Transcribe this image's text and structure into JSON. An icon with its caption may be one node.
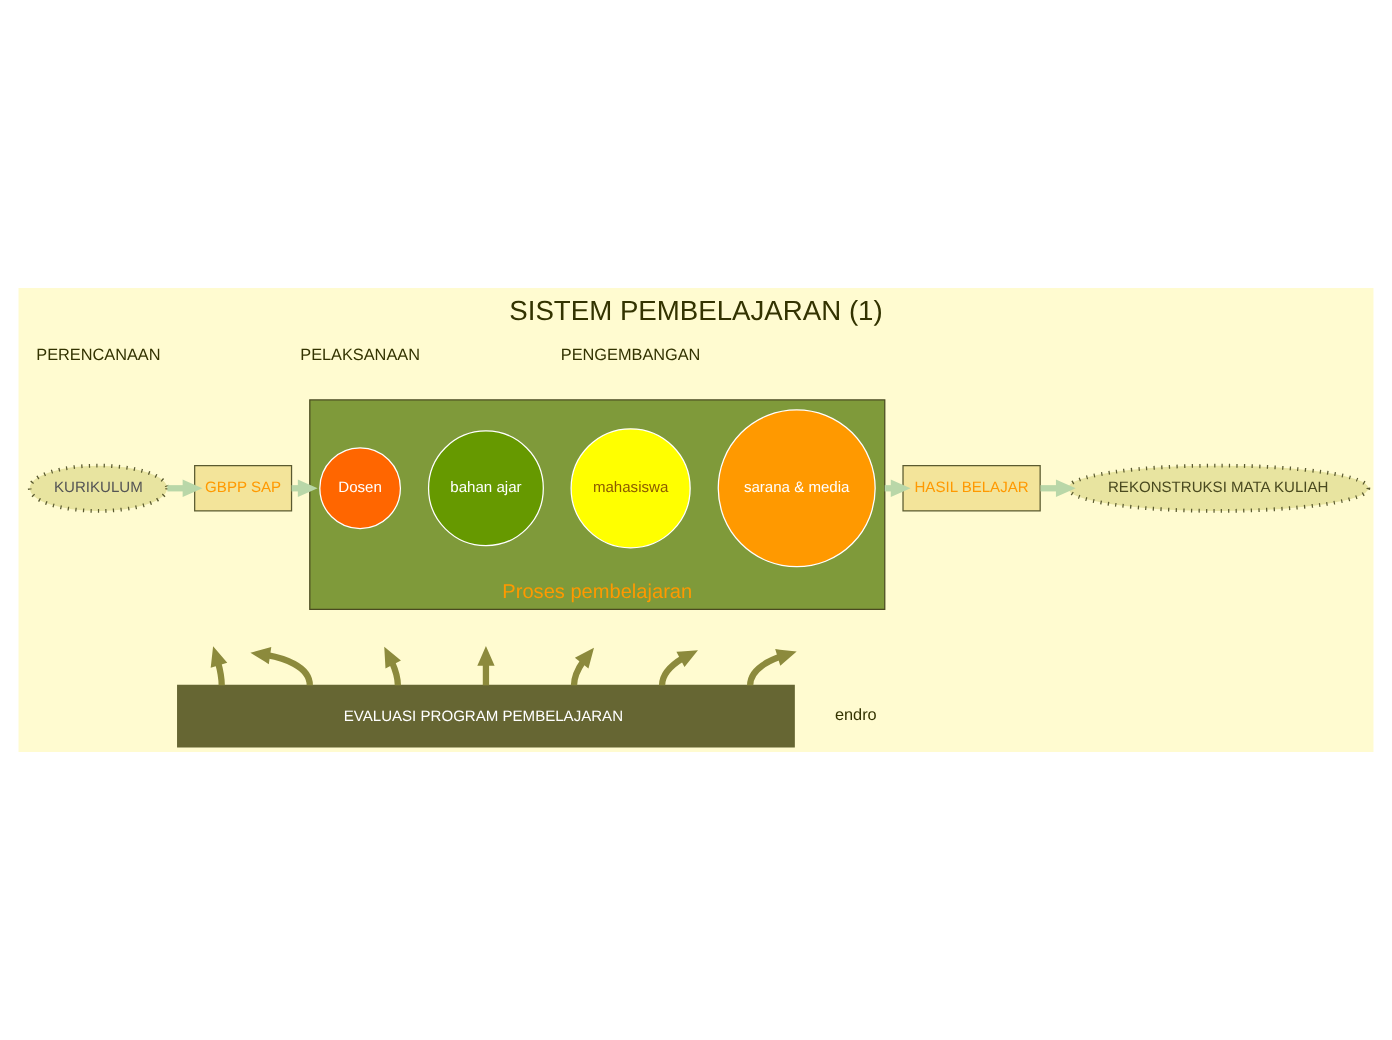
{
  "diagram": {
    "title": "SISTEM PEMBELAJARAN (1)",
    "nodes": [
      {
        "text": [
          "KURIKULUM"
        ]
      },
      {
        "text": [
          "GBPP SAP"
        ]
      },
      {
        "text": [
          "Proses pembelajaran"
        ]
      },
      {
        "text": [
          "Dosen"
        ],
        "in": 2
      },
      {
        "text": [
          "bahan ajar"
        ],
        "in": 2
      },
      {
        "text": [
          "mahasiswa"
        ],
        "in": 2
      },
      {
        "text": [
          "sarana & media"
        ],
        "in": 2
      },
      {
        "text": [
          "HASIL BELAJAR"
        ]
      },
      {
        "text": [
          "REKONSTRUKSI MATA KULIAH"
        ]
      },
      {
        "text": [
          "EVALUASI PROGRAM PEMBELAJARAN"
        ]
      }
    ],
    "edges": [
      {
        "from": 0,
        "to": 1,
        "arrow": "to",
        "color": "#b9d7a8"
      },
      {
        "from": 1,
        "to": 2,
        "arrow": "to",
        "color": "#b9d7a8"
      },
      {
        "from": 2,
        "to": 7,
        "arrow": "to",
        "color": "#b9d7a8"
      },
      {
        "from": 7,
        "to": 8,
        "arrow": "to",
        "color": "#b9d7a8"
      },
      {
        "from": 9,
        "to": null,
        "arrow": "to",
        "color": "#8c8a3c"
      },
      {
        "from": 9,
        "to": null,
        "arrow": "to",
        "color": "#8c8a3c"
      },
      {
        "from": 9,
        "to": null,
        "arrow": "to",
        "color": "#8c8a3c"
      },
      {
        "from": 9,
        "to": null,
        "arrow": "to",
        "color": "#8c8a3c"
      },
      {
        "from": 9,
        "to": null,
        "arrow": "to",
        "color": "#8c8a3c"
      },
      {
        "from": 9,
        "to": null,
        "arrow": "to",
        "color": "#8c8a3c"
      },
      {
        "from": 9,
        "to": null,
        "arrow": "to",
        "color": "#8c8a3c"
      }
    ],
    "labels": [
      "PERENCANAAN",
      "PELAKSANAAN",
      "PENGEMBANGAN",
      "endro"
    ]
  }
}
